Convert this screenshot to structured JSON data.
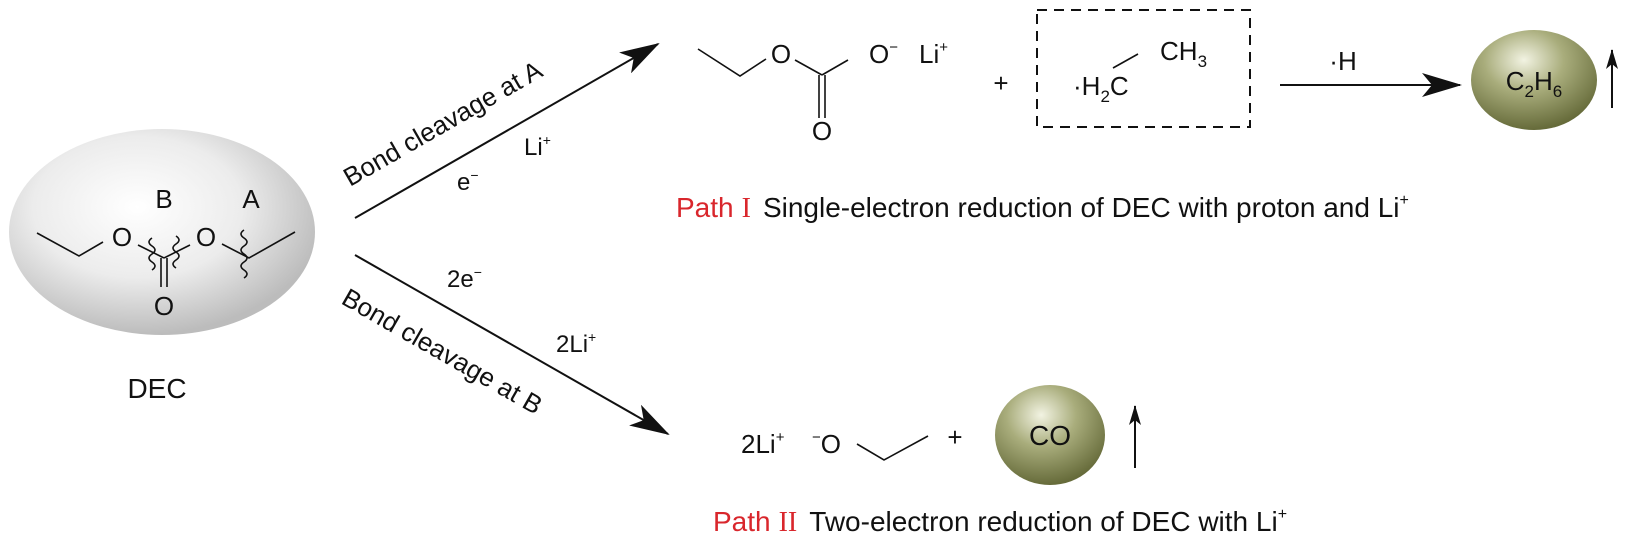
{
  "reactant": {
    "name": "DEC",
    "bond_labels": {
      "a": "A",
      "b": "B"
    },
    "atoms": {
      "o_left": "O",
      "o_right": "O",
      "o_carbonyl": "O"
    }
  },
  "path_1": {
    "arrow_label_rotated": "Bond cleavage at A",
    "reagent_electron": "e",
    "reagent_electron_charge": "−",
    "reagent_li": "Li",
    "reagent_li_charge": "+",
    "product_1": {
      "o_ether": "O",
      "o_anion": "O",
      "o_anion_charge": "−",
      "o_carbonyl": "O",
      "counterion": "Li",
      "counterion_charge": "+"
    },
    "plus": "+",
    "radical": {
      "ch3": "CH",
      "ch3_sub": "3",
      "h2c_prefix": "·H",
      "h2c_sub": "2",
      "h2c_suffix": "C"
    },
    "step_reagent": "·H",
    "gas_product": {
      "c": "C",
      "c_sub": "2",
      "h": "H",
      "h_sub": "6"
    },
    "caption_prefix": "Path",
    "caption_numeral": "I",
    "caption_text": "Single-electron reduction of DEC with proton and Li",
    "caption_charge": "+"
  },
  "path_2": {
    "arrow_label_rotated": "Bond cleavage at B",
    "reagent_electron": "2e",
    "reagent_electron_charge": "−",
    "reagent_li": "2Li",
    "reagent_li_charge": "+",
    "product_1": {
      "counterion": "2Li",
      "counterion_charge": "+",
      "o_charge": "−",
      "o": "O"
    },
    "plus": "+",
    "gas_product": {
      "formula": "CO"
    },
    "caption_prefix": "Path",
    "caption_numeral": "II",
    "caption_text": "Two-electron reduction of DEC with Li",
    "caption_charge": "+"
  },
  "colors": {
    "caption_accent": "#d9262c",
    "reactant_bubble_light": "#ffffff",
    "reactant_bubble_dark": "#bdbdbd",
    "gas_bubble_light": "#eef0dc",
    "gas_bubble_dark": "#6e7440"
  }
}
